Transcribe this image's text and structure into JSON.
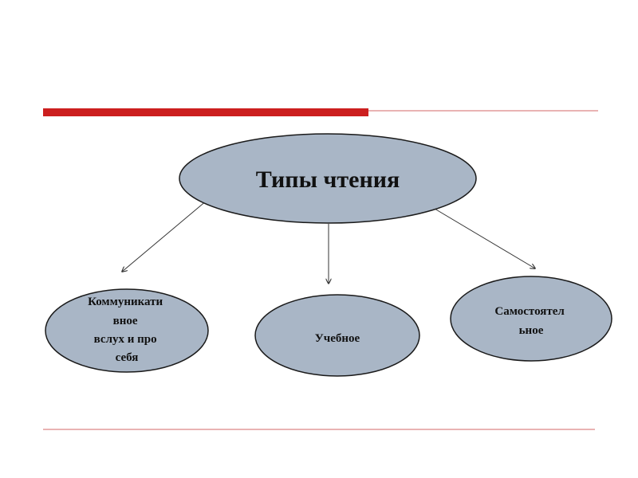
{
  "diagram": {
    "root": {
      "label": "Типы чтения"
    },
    "children": [
      {
        "lines": [
          "Коммуникати",
          "вное",
          "вслух и про",
          "себя"
        ]
      },
      {
        "lines": [
          "Учебное"
        ]
      },
      {
        "lines": [
          "Самостоятел",
          "ьное"
        ]
      }
    ]
  },
  "colors": {
    "accent_bar": "#cc1f1f",
    "rule_line": "#e29a9a",
    "node_fill": "#a9b6c6",
    "node_stroke": "#1a1a1a",
    "arrow": "#333333"
  }
}
